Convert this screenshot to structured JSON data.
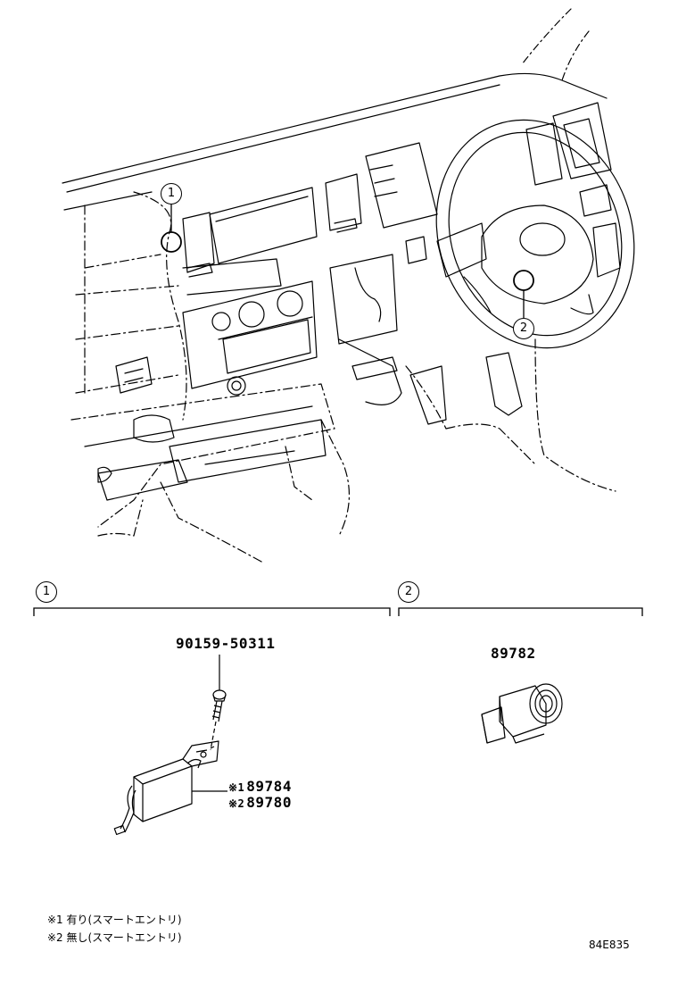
{
  "callouts": {
    "one": "1",
    "two": "2"
  },
  "sections": [
    {
      "label": "1"
    },
    {
      "label": "2"
    }
  ],
  "parts": {
    "bolt": "90159-50311",
    "sensor": "89782",
    "computer_1": {
      "mark": "※1",
      "number": "89784"
    },
    "computer_2": {
      "mark": "※2",
      "number": "89780"
    }
  },
  "notes": [
    "※1 有り(スマートエントリ)",
    "※2 無し(スマートエントリ)"
  ],
  "illustration_code": "84E835"
}
